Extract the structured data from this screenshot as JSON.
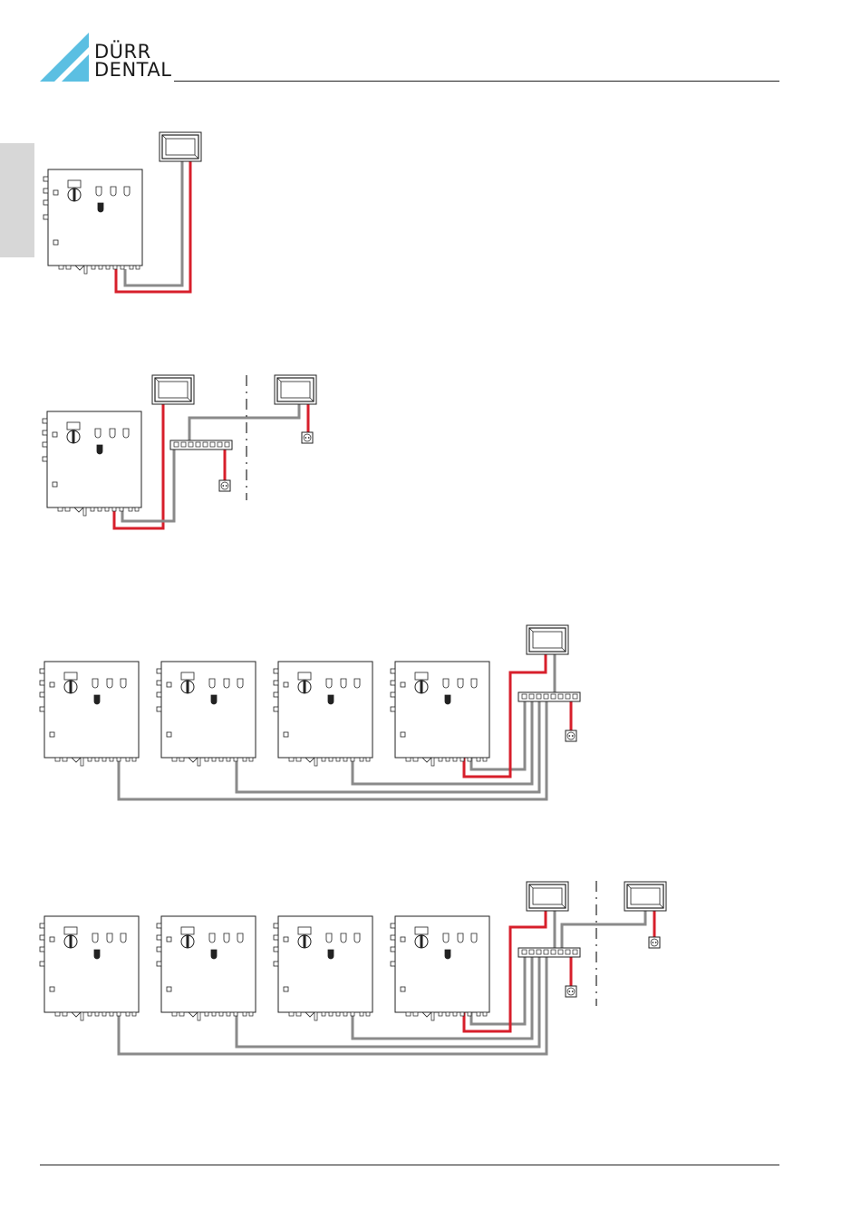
{
  "brand": {
    "line1": "DÜRR",
    "line2": "DENTAL",
    "colors": {
      "mark": "#5bbfe2",
      "text": "#1a1a1a"
    }
  },
  "side_tab": {
    "color": "#d7d7d7"
  },
  "cable_colors": {
    "power": "#d71f2b",
    "network": "#8a8a8a"
  },
  "figures": [
    {
      "id": "fig1",
      "description_icons": [
        "control-cabinet-icon",
        "touch-panel-icon",
        "power-cable",
        "network-cable"
      ]
    },
    {
      "id": "fig2",
      "description_icons": [
        "control-cabinet-icon",
        "touch-panel-icon",
        "network-switch-icon",
        "power-socket-icon",
        "separator-line"
      ]
    },
    {
      "id": "fig3",
      "description_icons": [
        "control-cabinet-icon",
        "touch-panel-icon",
        "network-switch-icon",
        "power-socket-icon"
      ]
    },
    {
      "id": "fig4",
      "description_icons": [
        "control-cabinet-icon",
        "touch-panel-icon",
        "network-switch-icon",
        "power-socket-icon",
        "separator-line"
      ]
    }
  ]
}
